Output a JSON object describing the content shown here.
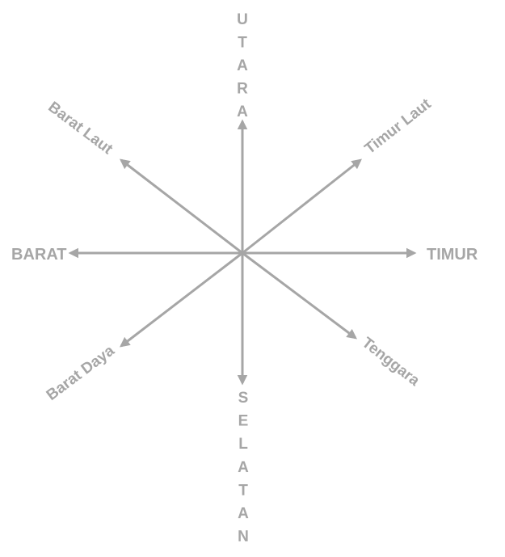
{
  "compass": {
    "line_color": "#a6a6a6",
    "label_color": "#a6a6a6",
    "north": "UTARA",
    "south": "SELATAN",
    "east": "TIMUR",
    "west": "BARAT",
    "northeast": "Timur Laut",
    "northwest": "Barat Laut",
    "southeast": "Tenggara",
    "southwest": "Barat Daya"
  }
}
